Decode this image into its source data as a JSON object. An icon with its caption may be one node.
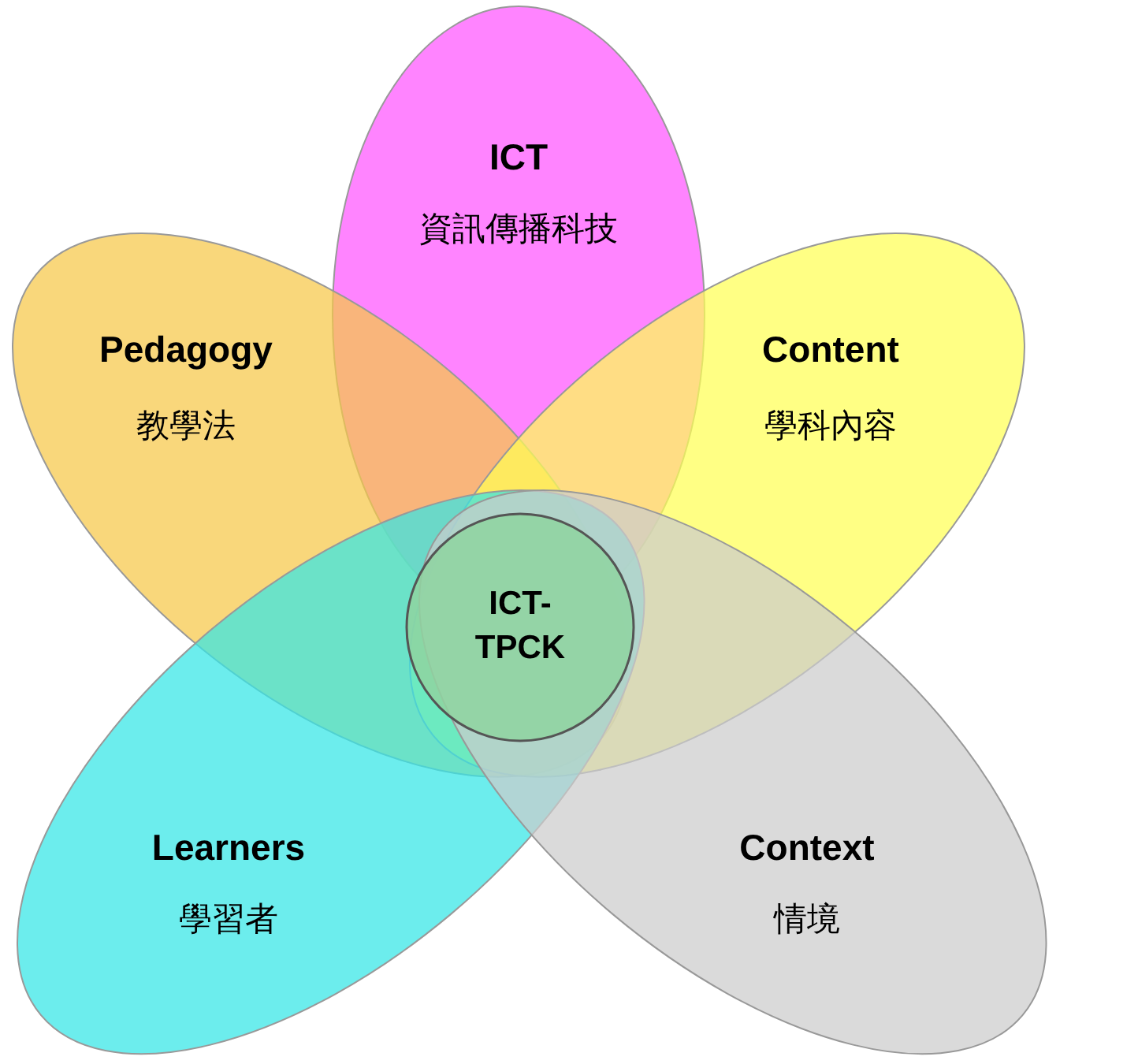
{
  "diagram": {
    "nodes": [
      {
        "text": [
          "ICT",
          "資訊傳播科技"
        ]
      },
      {
        "text": [
          "Pedagogy",
          "教學法"
        ]
      },
      {
        "text": [
          "Content",
          "學科內容"
        ]
      },
      {
        "text": [
          "Learners",
          "學習者"
        ]
      },
      {
        "text": [
          "Context",
          "情境"
        ]
      },
      {
        "text": [
          "ICT-TPCK"
        ]
      }
    ]
  }
}
